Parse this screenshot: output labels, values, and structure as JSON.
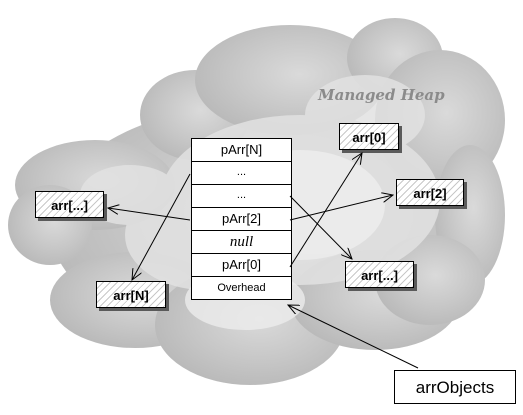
{
  "heap": {
    "title": "Managed Heap"
  },
  "array": {
    "cells": [
      {
        "id": "pArr-N",
        "label": "pArr[N]",
        "style": "normal"
      },
      {
        "id": "ellipsis-1",
        "label": "...",
        "style": "dots"
      },
      {
        "id": "ellipsis-2",
        "label": "...",
        "style": "dots"
      },
      {
        "id": "pArr-2",
        "label": "pArr[2]",
        "style": "normal"
      },
      {
        "id": "null",
        "label": "null",
        "style": "italic"
      },
      {
        "id": "pArr-0",
        "label": "pArr[0]",
        "style": "normal"
      },
      {
        "id": "overhead",
        "label": "Overhead",
        "style": "small"
      }
    ]
  },
  "objects": {
    "arr_0": "arr[0]",
    "arr_2": "arr[2]",
    "arr_dots_left": "arr[...]",
    "arr_dots_right": "arr[...]",
    "arr_n": "arr[N]"
  },
  "reference": {
    "label": "arrObjects"
  },
  "colors": {
    "cloud_light": "#e6e6e6",
    "cloud_mid": "#c8c8c8",
    "cloud_dark": "#b0b0b0",
    "title_gray": "#8b8b8b",
    "line": "#000000"
  }
}
